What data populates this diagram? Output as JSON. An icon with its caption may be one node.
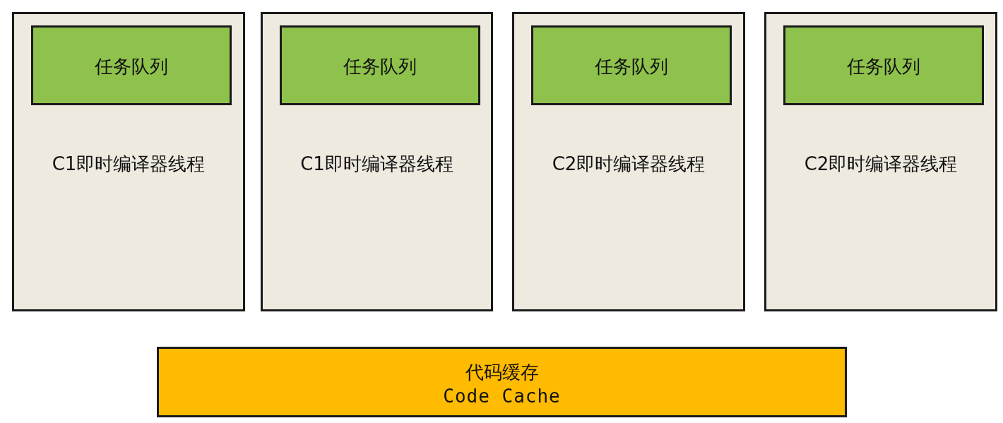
{
  "diagram": {
    "nodes": [
      {
        "text": [
          "C1即时编译器线程"
        ]
      },
      {
        "text": [
          "任务队列"
        ],
        "in": 0
      },
      {
        "text": [
          "C1即时编译器线程"
        ]
      },
      {
        "text": [
          "任务队列"
        ],
        "in": 2
      },
      {
        "text": [
          "C2即时编译器线程"
        ]
      },
      {
        "text": [
          "任务队列"
        ],
        "in": 4
      },
      {
        "text": [
          "C2即时编译器线程"
        ]
      },
      {
        "text": [
          "任务队列"
        ],
        "in": 6
      },
      {
        "text": [
          "代码缓存",
          "Code Cache"
        ]
      }
    ]
  }
}
